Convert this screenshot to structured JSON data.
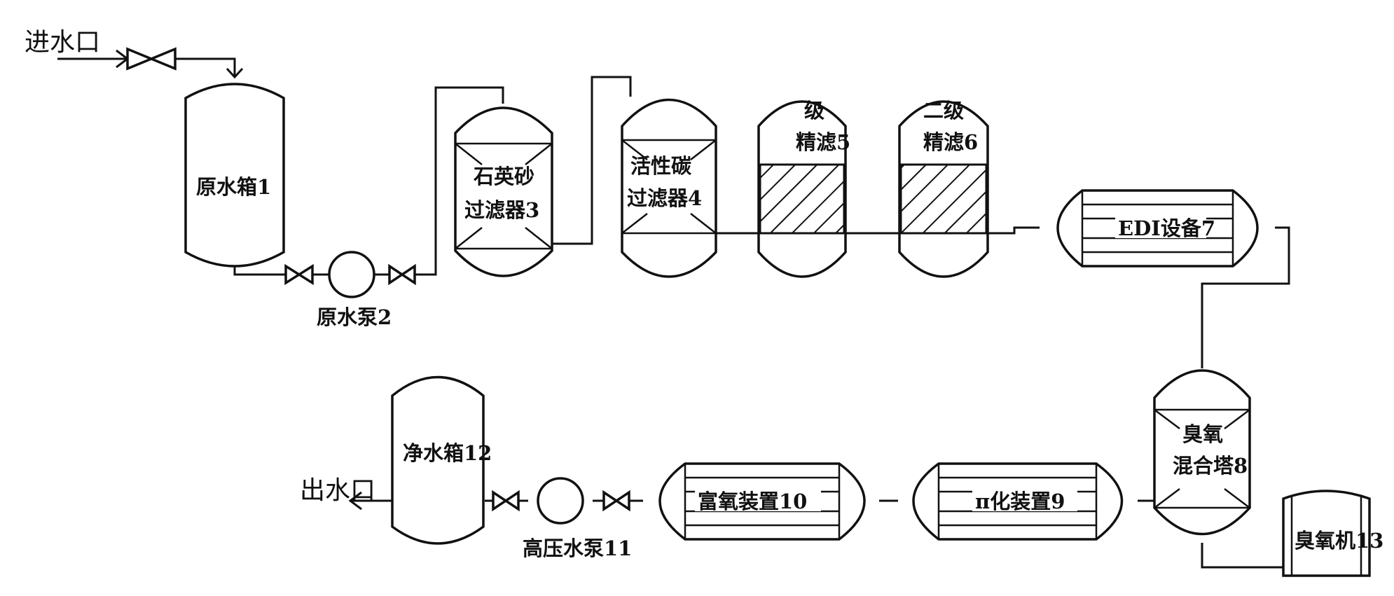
{
  "labels": {
    "inlet": "进水口",
    "outlet": "出水口",
    "raw_tank": "原水箱1",
    "raw_pump": "原水泵2",
    "quartz_1": "石英砂",
    "quartz_2": "过滤器3",
    "carbon_1": "活性碳",
    "carbon_2": "过滤器4",
    "fine1_1": "级",
    "fine1_2": "精滤5",
    "fine2_1": "二级",
    "fine2_2": "精滤6",
    "edi": "EDI设备7",
    "mixer_1": "臭氧",
    "mixer_2": "混合塔8",
    "ozone_gen": "臭氧机13",
    "pi_device": "π化装置9",
    "oxy_device": "富氧装置10",
    "hp_pump": "高压水泵11",
    "clean_tank": "净水箱12"
  }
}
